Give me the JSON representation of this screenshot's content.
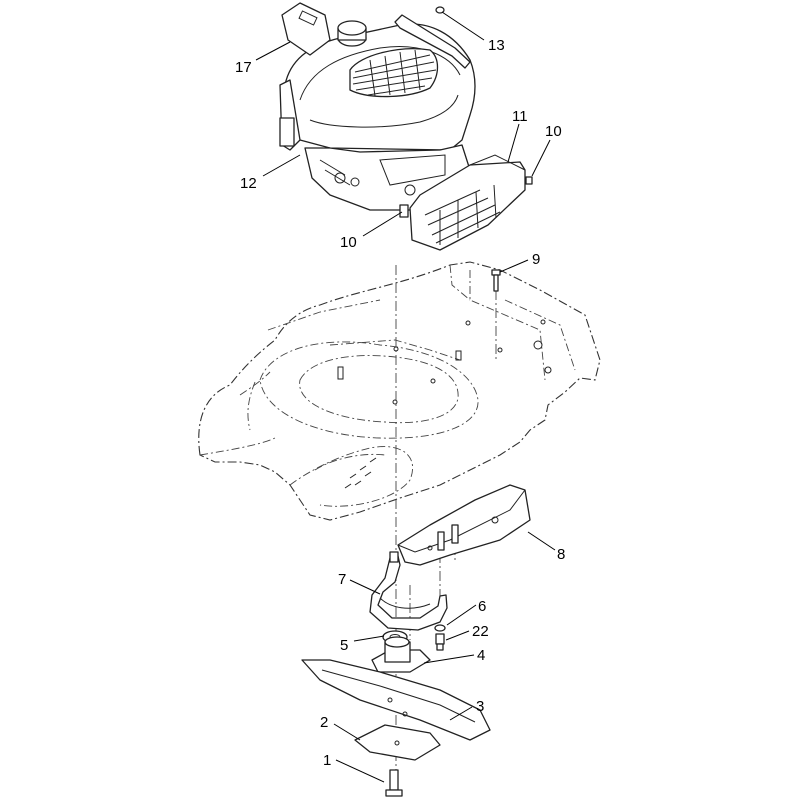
{
  "diagram": {
    "callouts": [
      {
        "id": "c17",
        "text": "17"
      },
      {
        "id": "c13",
        "text": "13"
      },
      {
        "id": "c11",
        "text": "11"
      },
      {
        "id": "c10a",
        "text": "10"
      },
      {
        "id": "c12",
        "text": "12"
      },
      {
        "id": "c10b",
        "text": "10"
      },
      {
        "id": "c9",
        "text": "9"
      },
      {
        "id": "c8",
        "text": "8"
      },
      {
        "id": "c7",
        "text": "7"
      },
      {
        "id": "c6",
        "text": "6"
      },
      {
        "id": "c22",
        "text": "22"
      },
      {
        "id": "c5",
        "text": "5"
      },
      {
        "id": "c4",
        "text": "4"
      },
      {
        "id": "c3",
        "text": "3"
      },
      {
        "id": "c2",
        "text": "2"
      },
      {
        "id": "c1",
        "text": "1"
      }
    ]
  }
}
